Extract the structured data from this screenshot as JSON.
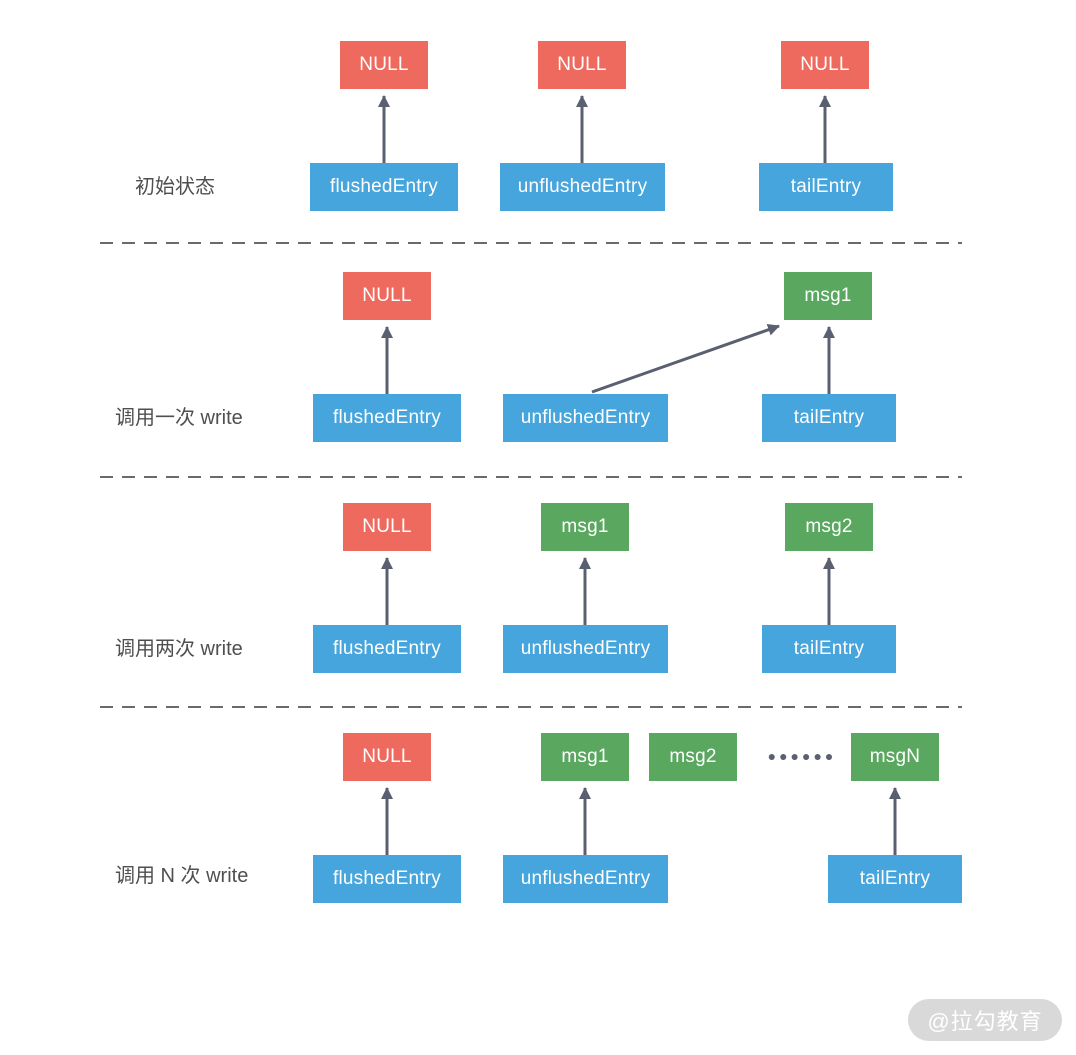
{
  "colors": {
    "null_box": "#ee6a5e",
    "entry_box": "#45a5dc",
    "msg_box": "#5aa75f",
    "arrow": "#5b6070",
    "divider": "#6a6a6a",
    "label": "#4f4f4f",
    "watermark_bg": "#d9d9d9",
    "watermark_text": "#ffffff"
  },
  "rows": [
    {
      "label": "初始状态",
      "top_boxes": [
        {
          "label": "NULL"
        },
        {
          "label": "NULL"
        },
        {
          "label": "NULL"
        }
      ],
      "entry_boxes": [
        {
          "label": "flushedEntry"
        },
        {
          "label": "unflushedEntry"
        },
        {
          "label": "tailEntry"
        }
      ]
    },
    {
      "label": "调用一次 write",
      "top_boxes": [
        {
          "label": "NULL"
        },
        {
          "label": "msg1"
        }
      ],
      "entry_boxes": [
        {
          "label": "flushedEntry"
        },
        {
          "label": "unflushedEntry"
        },
        {
          "label": "tailEntry"
        }
      ]
    },
    {
      "label": "调用两次 write",
      "top_boxes": [
        {
          "label": "NULL"
        },
        {
          "label": "msg1"
        },
        {
          "label": "msg2"
        }
      ],
      "entry_boxes": [
        {
          "label": "flushedEntry"
        },
        {
          "label": "unflushedEntry"
        },
        {
          "label": "tailEntry"
        }
      ]
    },
    {
      "label": "调用 N 次 write",
      "top_boxes": [
        {
          "label": "NULL"
        },
        {
          "label": "msg1"
        },
        {
          "label": "msg2"
        },
        {
          "label": "msgN"
        }
      ],
      "ellipsis": "●●●●●●",
      "entry_boxes": [
        {
          "label": "flushedEntry"
        },
        {
          "label": "unflushedEntry"
        },
        {
          "label": "tailEntry"
        }
      ]
    }
  ],
  "watermark": "@拉勾教育"
}
